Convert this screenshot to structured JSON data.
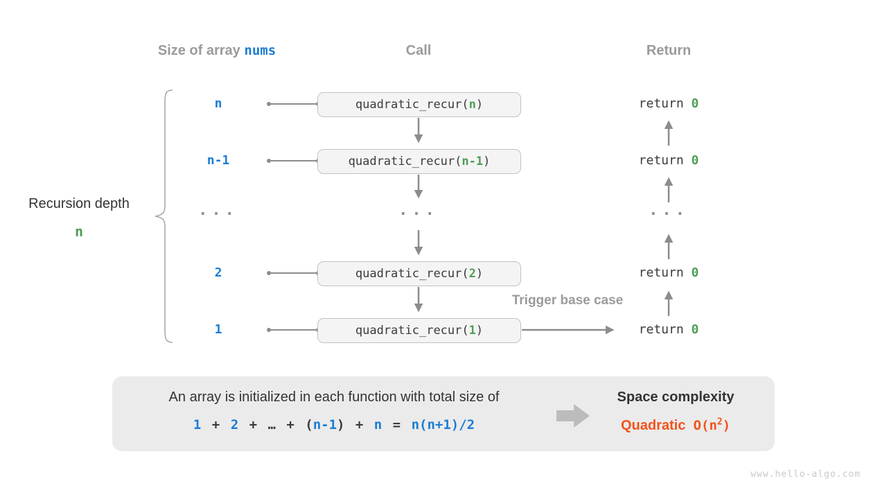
{
  "header": {
    "size_of_array": "Size of array ",
    "nums": "nums",
    "call": "Call",
    "return": "Return"
  },
  "left_label": {
    "line1": "Recursion depth",
    "line2": "n"
  },
  "rows": [
    {
      "size": "n",
      "call_prefix": "quadratic_recur(",
      "call_arg": "n",
      "call_suffix": ")",
      "ret_keyword": "return ",
      "ret_value": "0"
    },
    {
      "size": "n-1",
      "call_prefix": "quadratic_recur(",
      "call_arg": "n-1",
      "call_suffix": ")",
      "ret_keyword": "return ",
      "ret_value": "0"
    },
    {
      "size": "2",
      "call_prefix": "quadratic_recur(",
      "call_arg": "2",
      "call_suffix": ")",
      "ret_keyword": "return ",
      "ret_value": "0"
    },
    {
      "size": "1",
      "call_prefix": "quadratic_recur(",
      "call_arg": "1",
      "call_suffix": ")",
      "ret_keyword": "return ",
      "ret_value": "0"
    }
  ],
  "ellipsis": "...",
  "trigger_label": "Trigger base case",
  "summary": {
    "line1": "An array is initialized in each function with total size of",
    "formula": [
      {
        "text": "1",
        "color": "blue"
      },
      {
        "text": " + ",
        "color": "dark"
      },
      {
        "text": "2",
        "color": "blue"
      },
      {
        "text": " + ",
        "color": "dark"
      },
      {
        "text": "…",
        "color": "dark"
      },
      {
        "text": " + (",
        "color": "dark"
      },
      {
        "text": "n-1",
        "color": "blue"
      },
      {
        "text": ") + ",
        "color": "dark"
      },
      {
        "text": "n",
        "color": "blue"
      },
      {
        "text": " = ",
        "color": "dark"
      },
      {
        "text": "n(n+1)/2",
        "color": "blue"
      }
    ],
    "space_label": "Space complexity",
    "complexity_word": "Quadratic",
    "big_o_prefix": "O(n",
    "big_o_sup": "2",
    "big_o_suffix": ")"
  },
  "watermark": "www.hello-algo.com",
  "colors": {
    "blue": "#1c7dd2",
    "green": "#4f9e55",
    "orange": "#f2521b",
    "dark": "#3b3b3b",
    "gray_label": "#9b9b9b",
    "arrow": "#8c8c8c",
    "box_bg": "#f4f4f4",
    "box_border": "#c2c2c2",
    "summary_bg": "#ebebeb"
  }
}
